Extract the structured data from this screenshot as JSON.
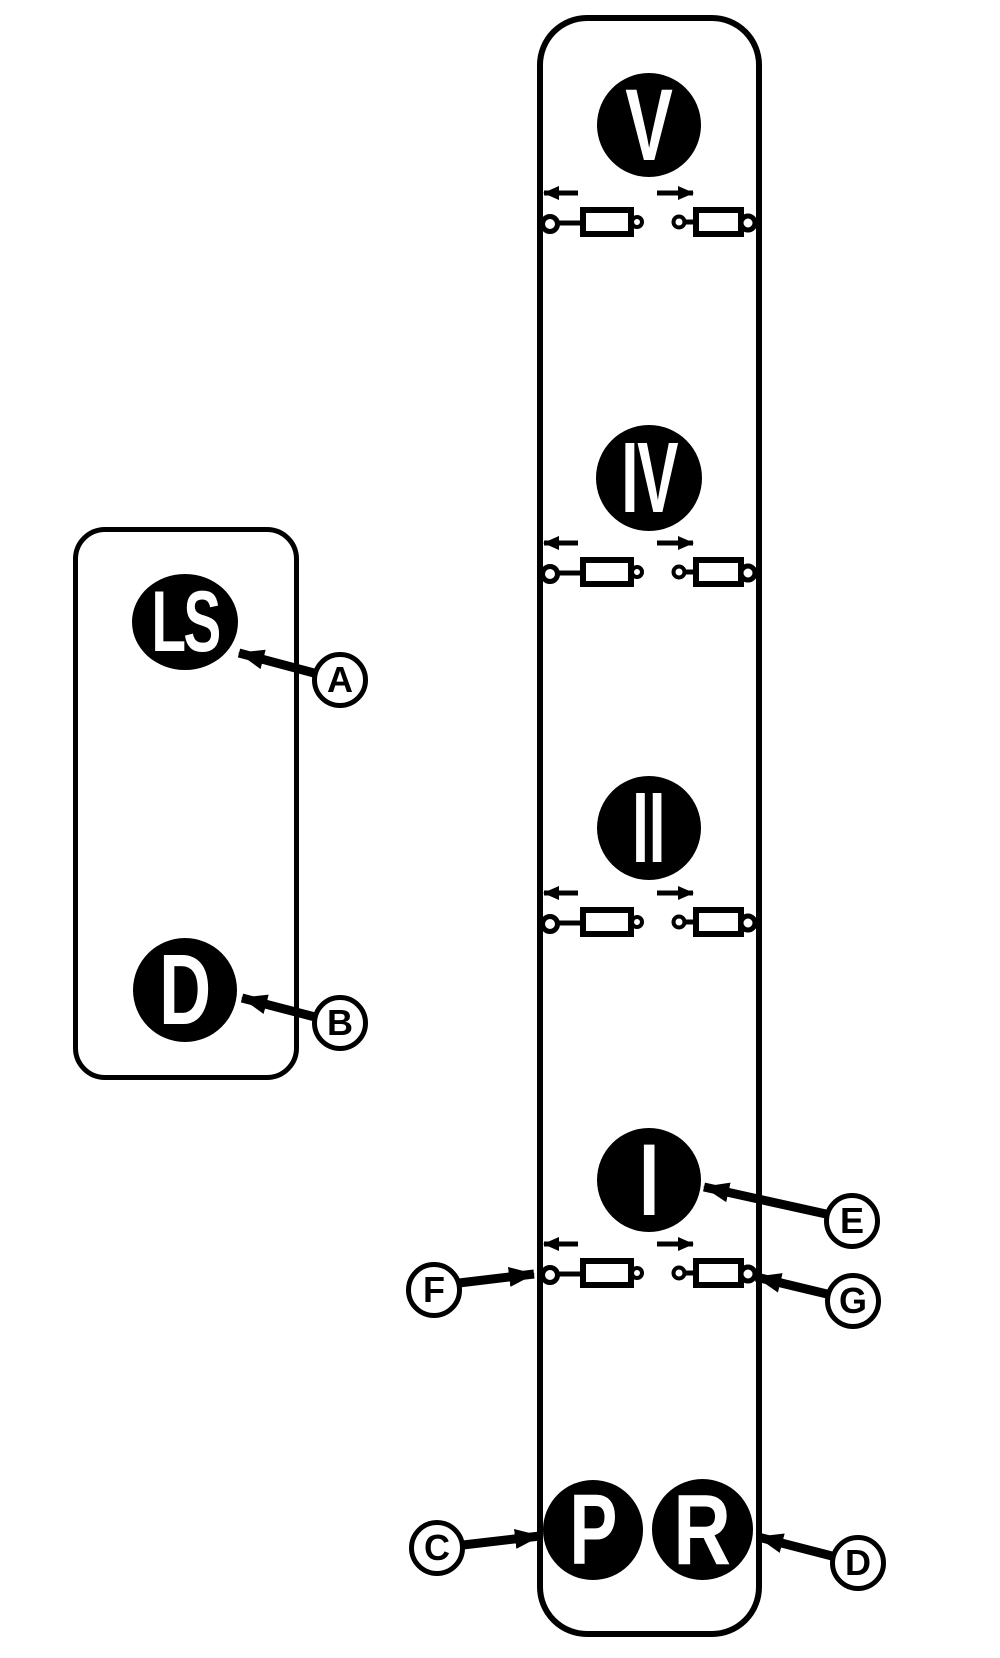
{
  "colors": {
    "ink": "#000000",
    "paper": "#ffffff",
    "badge_background": "#000000",
    "badge_text": "#ffffff"
  },
  "left_panel": {
    "ports": [
      {
        "id": "LS",
        "label": "LS",
        "callout_ref": "A"
      },
      {
        "id": "D",
        "label": "D",
        "callout_ref": "B"
      }
    ]
  },
  "right_panel": {
    "spool_rows": [
      {
        "label": "V"
      },
      {
        "label": "IV"
      },
      {
        "label": "II"
      },
      {
        "label": "I",
        "callout_ref": "E"
      }
    ],
    "row_icons": {
      "left": [
        "arrow-left-icon",
        "cylinder-extended-icon"
      ],
      "right": [
        "arrow-right-icon",
        "cylinder-retracted-icon"
      ]
    },
    "bottom_ports": [
      {
        "id": "P",
        "label": "P",
        "callout_ref": "C"
      },
      {
        "id": "R",
        "label": "R",
        "callout_ref": "D"
      }
    ]
  },
  "callouts": {
    "A": {
      "label": "A"
    },
    "B": {
      "label": "B"
    },
    "C": {
      "label": "C"
    },
    "D": {
      "label": "D"
    },
    "E": {
      "label": "E"
    },
    "F": {
      "label": "F"
    },
    "G": {
      "label": "G"
    }
  }
}
